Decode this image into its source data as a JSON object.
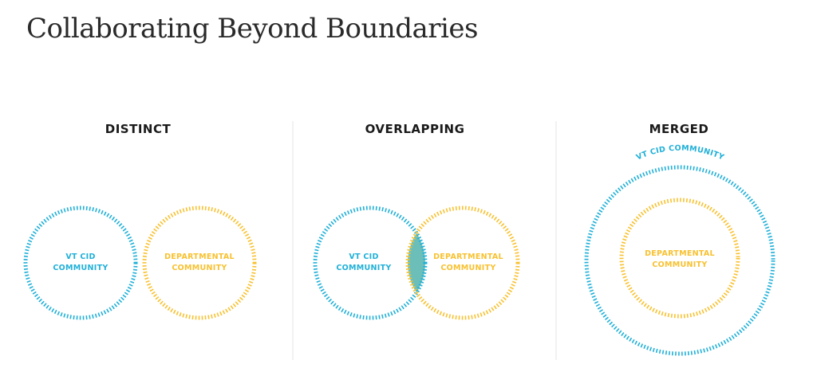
{
  "title": "Collaborating Beyond Boundaries",
  "colors": {
    "vt_cid": "#1fb0d8",
    "departmental": "#f8c12f",
    "overlap": "#6cbfb9",
    "divider": "#e6e6e6"
  },
  "panels": [
    {
      "heading": "DISTINCT",
      "vt_cid_label": [
        "VT CID",
        "COMMUNITY"
      ],
      "dept_label": [
        "DEPARTMENTAL",
        "COMMUNITY"
      ]
    },
    {
      "heading": "OVERLAPPING",
      "vt_cid_label": [
        "VT CID",
        "COMMUNITY"
      ],
      "dept_label": [
        "DEPARTMENTAL",
        "COMMUNITY"
      ]
    },
    {
      "heading": "MERGED",
      "vt_cid_label": [
        "VT CID COMMUNITY"
      ],
      "dept_label": [
        "DEPARTMENTAL",
        "COMMUNITY"
      ]
    }
  ]
}
